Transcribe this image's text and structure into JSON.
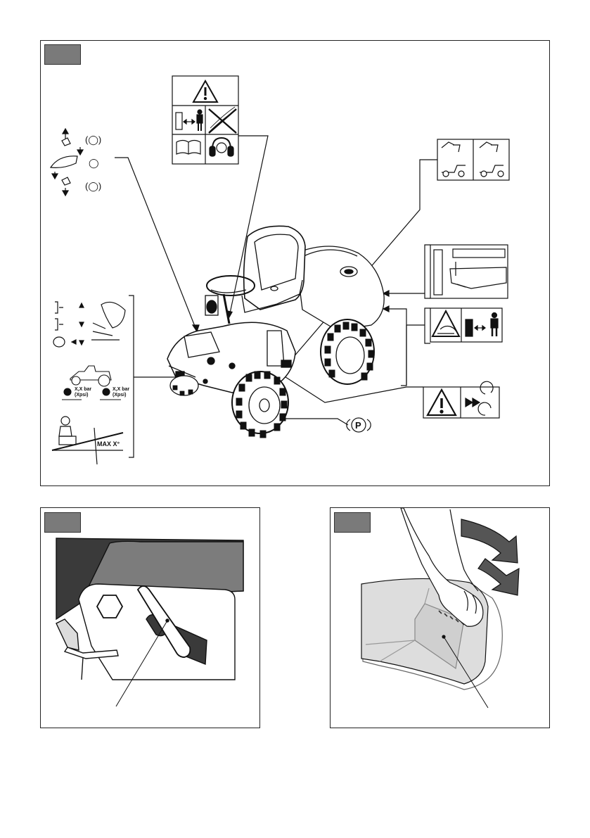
{
  "figures": [
    {
      "id": "overview"
    },
    {
      "id": "seat-lever-detail"
    },
    {
      "id": "handle-detail"
    }
  ],
  "labels": {
    "slope_angle": "MAX X°",
    "pressure_left": "X,X bar\n(Xpsi)",
    "pressure_right": "X,X bar\n(Xpsi)",
    "pressure_left_l1": "X,X bar",
    "pressure_left_l2": "(Xpsi)",
    "pressure_right_l1": "X,X bar",
    "pressure_right_l2": "(Xpsi)",
    "parking_symbol": "P"
  },
  "icons": [
    "warning-icon",
    "manual-icon",
    "ear-protection-icon",
    "rollover-icon",
    "parking-brake-icon",
    "hand-crush-icon",
    "rotating-blade-icon"
  ]
}
